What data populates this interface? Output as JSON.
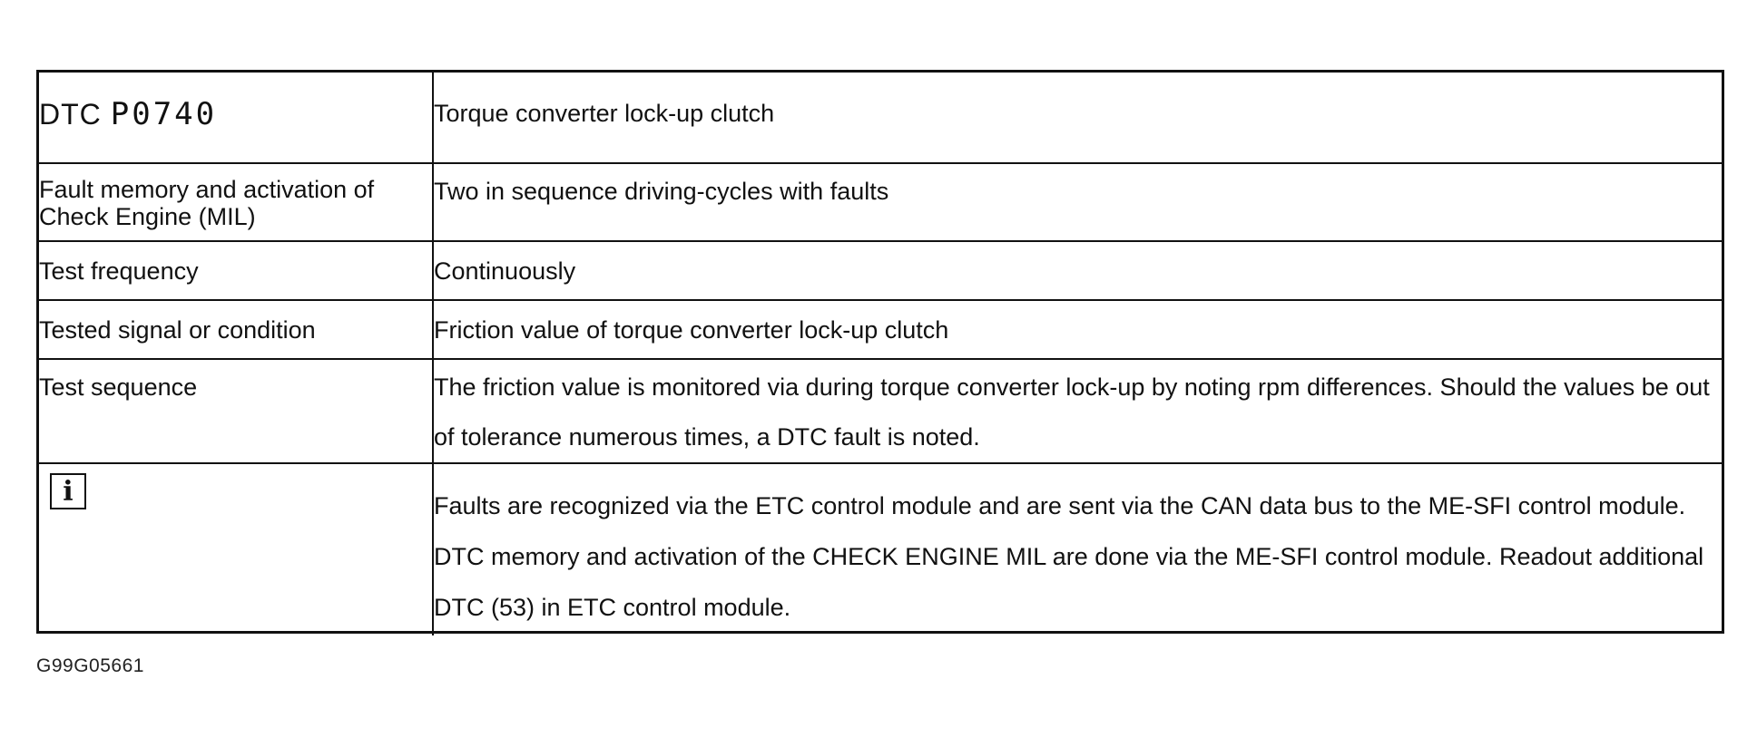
{
  "table": {
    "rows": [
      {
        "label_prefix": "DTC",
        "code": "P0740",
        "value": "Torque converter lock-up clutch"
      },
      {
        "label": "Fault memory and activation of Check Engine (MIL)",
        "value": "Two in sequence driving-cycles with faults"
      },
      {
        "label": "Test frequency",
        "value": "Continuously"
      },
      {
        "label": "Tested signal or condition",
        "value": "Friction value of torque converter lock-up clutch"
      },
      {
        "label": "Test sequence",
        "value": "The friction value is monitored via during torque converter lock-up by noting rpm differences. Should the values be out of tolerance numerous times, a DTC fault is noted."
      },
      {
        "icon_glyph": "i",
        "icon": "info-icon",
        "value": "Faults are recognized via the ETC control module and are sent via the CAN data bus to the ME-SFI control module.  DTC memory and activation of the CHECK ENGINE MIL are done via the ME-SFI control module.  Readout additional DTC (53) in ETC control module."
      }
    ]
  },
  "figure_id": "G99G05661"
}
